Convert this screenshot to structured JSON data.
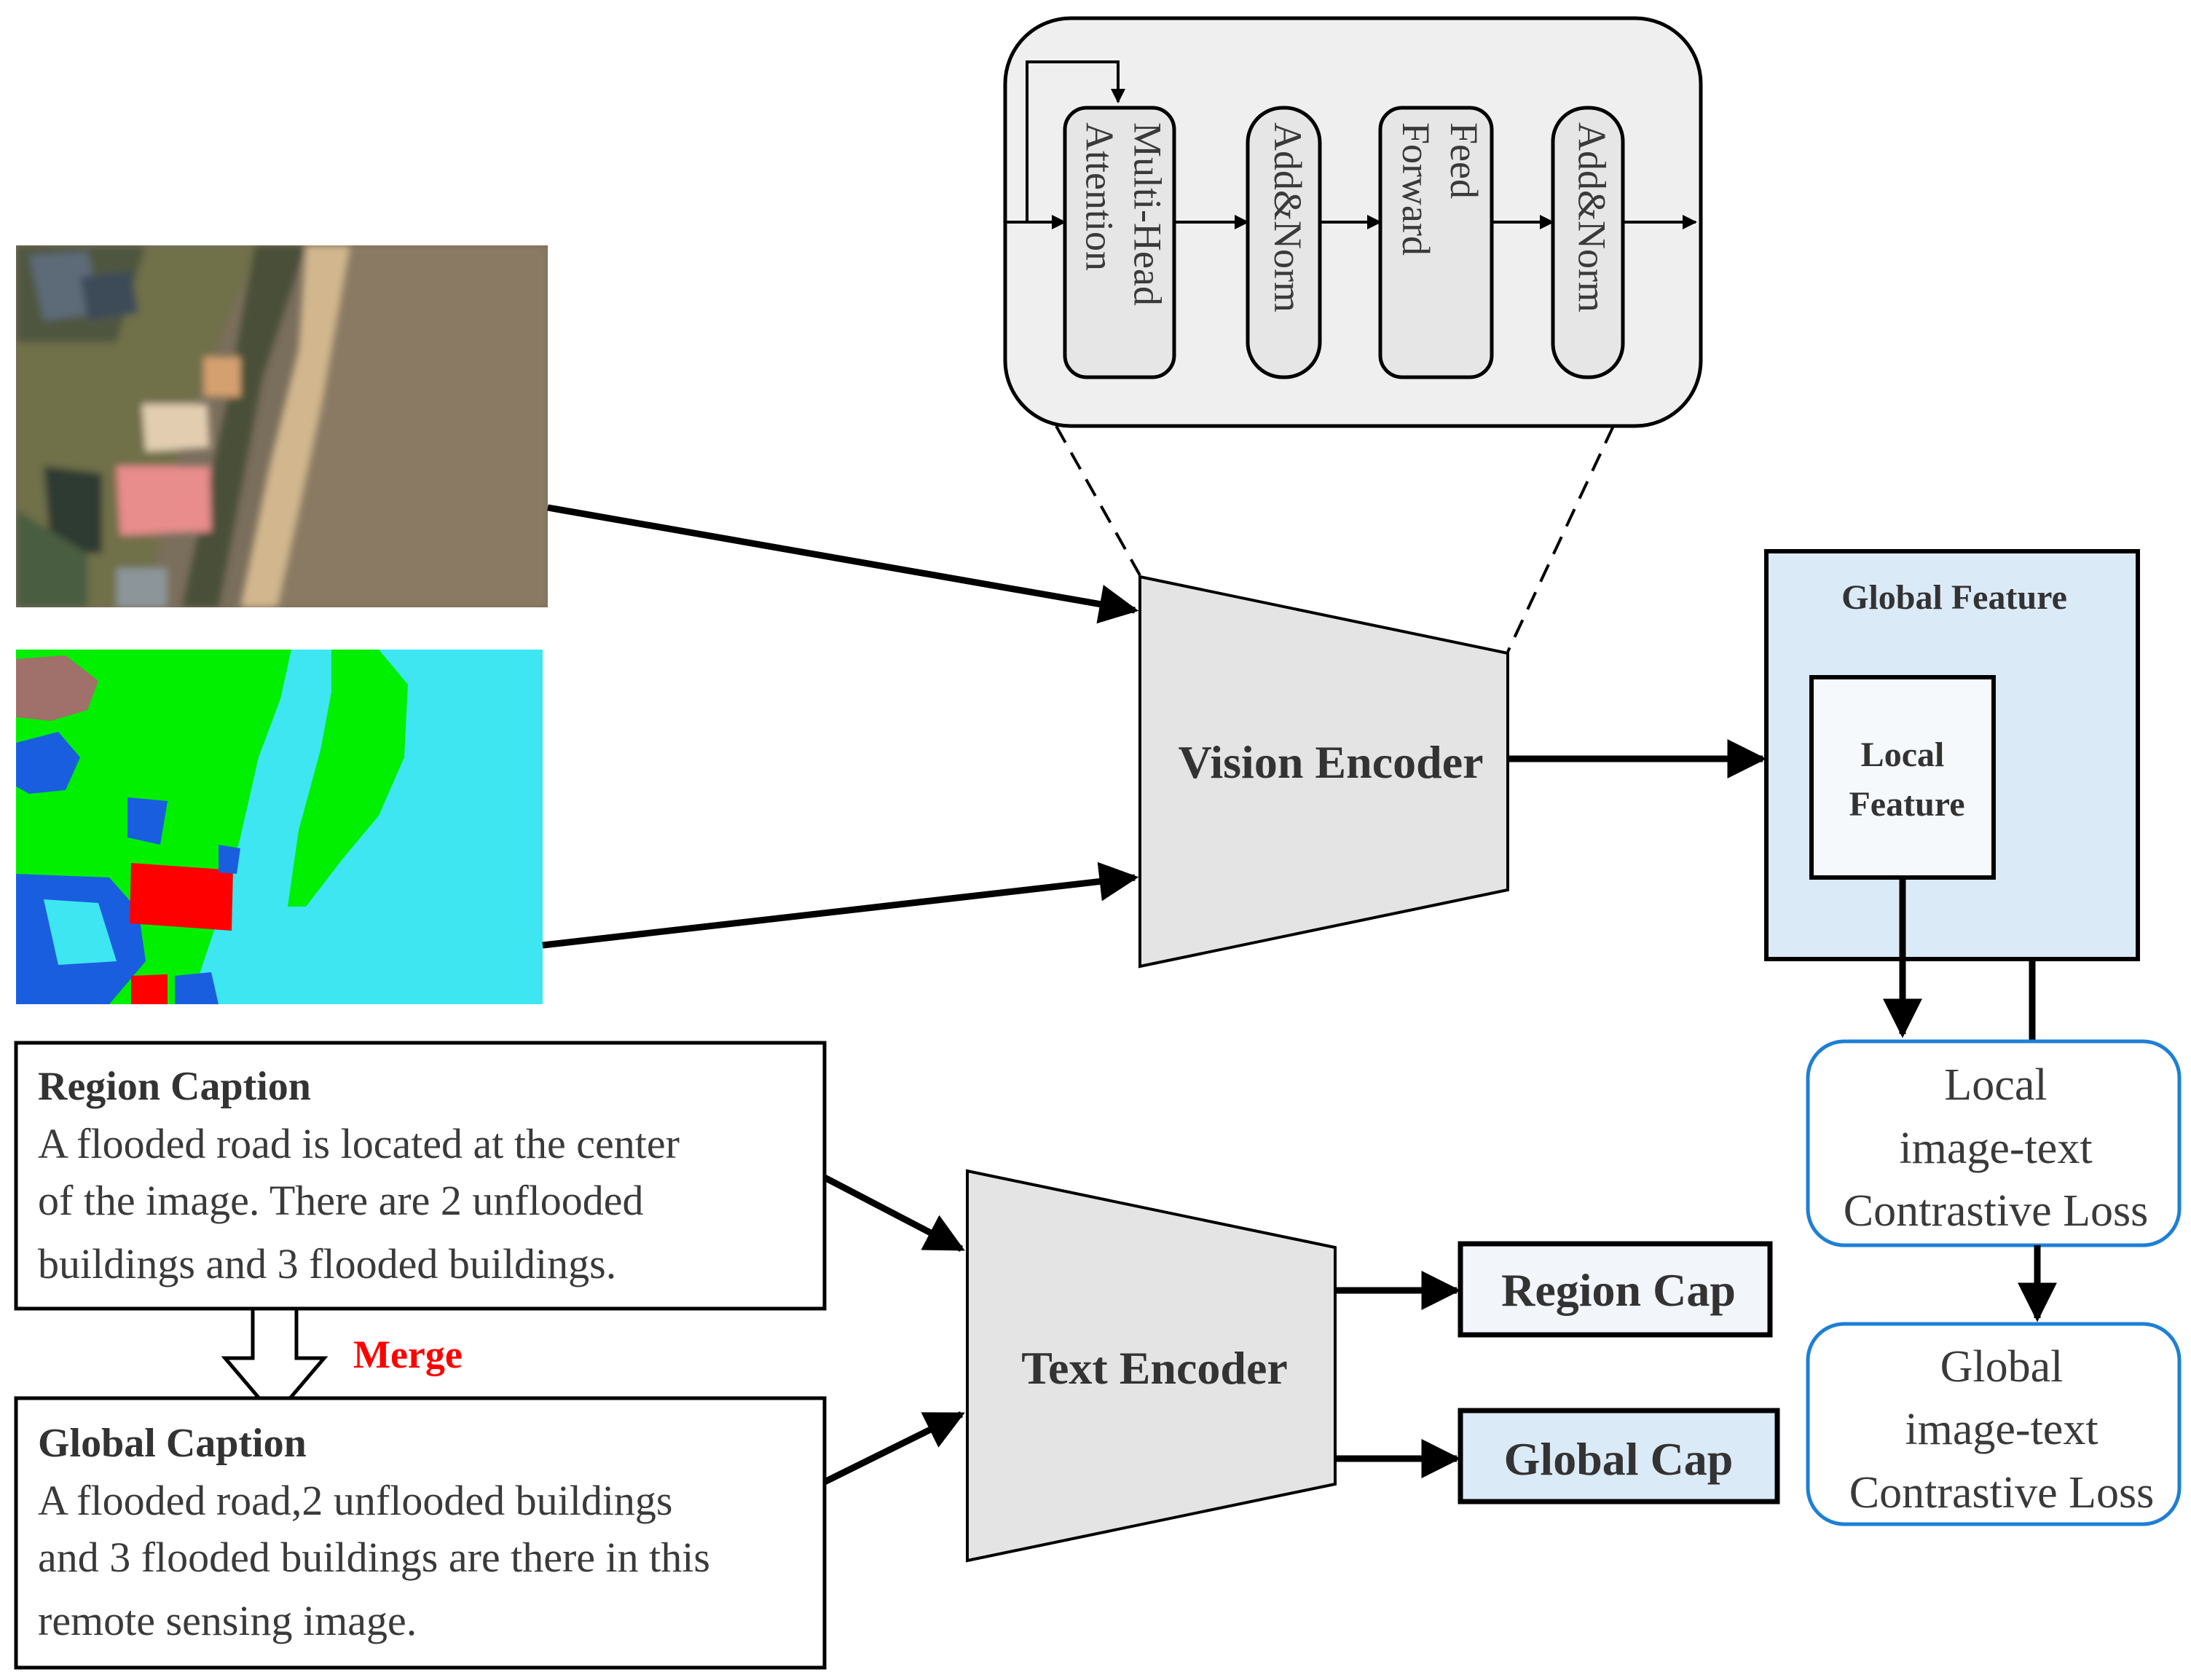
{
  "transformer_block": {
    "blocks": [
      "Multi-Head Attention",
      "Add&Norm",
      "Feed Forward",
      "Add&Norm"
    ],
    "lines": [
      [
        "Multi-Head",
        "Attention"
      ],
      [
        "Add&Norm"
      ],
      [
        "Feed",
        "Forward"
      ],
      [
        "Add&Norm"
      ]
    ]
  },
  "vision_encoder": {
    "label": "Vision Encoder"
  },
  "text_encoder": {
    "label": "Text Encoder"
  },
  "global_feature": {
    "label": "Global Feature"
  },
  "local_feature": {
    "label_line1": "Local",
    "label_line2": "Feature"
  },
  "region_caption": {
    "title": "Region Caption",
    "text": "A flooded road is located at the center of the image. There are 2 unflooded buildings and 3 flooded buildings.",
    "lines": [
      "A flooded road is located at the center",
      "of the image. There are 2 unflooded",
      "buildings and 3 flooded buildings."
    ]
  },
  "merge": {
    "label": "Merge"
  },
  "global_caption": {
    "title": "Global Caption",
    "text": "A flooded road,2 unflooded buildings and 3 flooded buildings are there in this remote sensing image.",
    "lines": [
      "A flooded road,2 unflooded buildings",
      "and 3 flooded buildings are there in this",
      "remote sensing image."
    ]
  },
  "outputs": {
    "region_cap": "Region Cap",
    "global_cap": "Global Cap"
  },
  "losses": {
    "local": {
      "line1": "Local",
      "line2": "image-text",
      "line3": "Contrastive Loss"
    },
    "global": {
      "line1": "Global",
      "line2": "image-text",
      "line3": "Contrastive Loss"
    }
  },
  "colors": {
    "encoder_fill": "#e4e4e4",
    "global_feature_fill": "#dbeaf7",
    "loss_border": "#1e7fd6",
    "merge": "#ff0000",
    "seg_water": "#3ee6f2",
    "seg_vegetation": "#00f000",
    "seg_building_flooded": "#ff0000",
    "seg_building_unflooded": "#a0706a",
    "seg_blue": "#1a5ee0"
  }
}
